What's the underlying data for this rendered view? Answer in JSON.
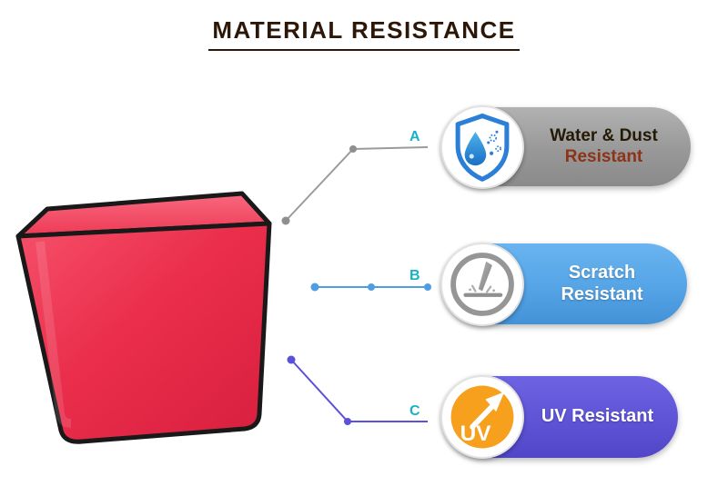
{
  "title": "MATERIAL RESISTANCE",
  "product": {
    "description": "Red protective cover with black trim",
    "main_color": "#e82e48",
    "trim_color": "#1a1a1a"
  },
  "features": [
    {
      "label": "A",
      "line1": "Water & Dust",
      "line2": "Resistant",
      "icon": "water-dust-shield-icon",
      "pill_color": "#9a9a9a",
      "connector_color": "#9b9b9b",
      "text_colors": [
        "#241a06",
        "#8c3318"
      ]
    },
    {
      "label": "B",
      "line1": "Scratch Resistant",
      "line2": "",
      "icon": "scratch-icon",
      "pill_color": "#55a4e6",
      "connector_color": "#4f9de2",
      "text_colors": [
        "#ffffff"
      ]
    },
    {
      "label": "C",
      "line1": "UV Resistant",
      "line2": "",
      "icon": "uv-sun-arrow-icon",
      "icon_text": "UV",
      "icon_color": "#f6a01e",
      "pill_color": "#5f53d6",
      "connector_color": "#5b50d8",
      "text_colors": [
        "#ffffff"
      ]
    }
  ],
  "colors": {
    "title": "#2d1708",
    "callout_label": "#17b2c4",
    "background": "#ffffff"
  }
}
